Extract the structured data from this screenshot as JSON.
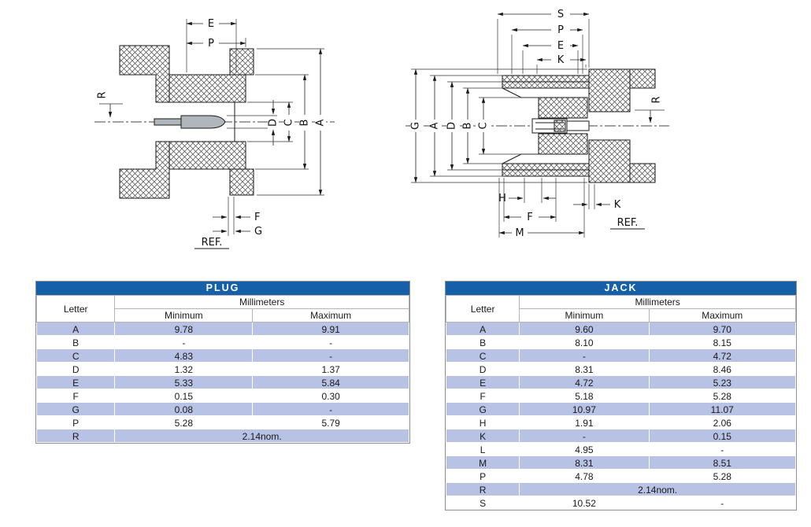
{
  "colors": {
    "header_bar": "#1560a8",
    "row_shade": "#b7c2e4"
  },
  "drawings": {
    "plug": {
      "labels": {
        "e": "E",
        "p": "P",
        "r": "R",
        "d": "D",
        "c": "C",
        "b": "B",
        "a": "A",
        "f": "F",
        "g": "G",
        "ref": "REF."
      }
    },
    "jack": {
      "labels": {
        "s": "S",
        "p": "P",
        "e": "E",
        "k_top": "K",
        "g": "G",
        "a": "A",
        "d": "D",
        "b": "B",
        "c": "C",
        "r": "R",
        "h": "H",
        "k_bottom": "K",
        "f": "F",
        "m": "M",
        "ref": "REF."
      }
    }
  },
  "tables": {
    "plug": {
      "title": "PLUG",
      "letter_header": "Letter",
      "unit_header": "Millimeters",
      "min_header": "Minimum",
      "max_header": "Maximum",
      "rows": [
        {
          "letter": "A",
          "min": "9.78",
          "max": "9.91"
        },
        {
          "letter": "B",
          "min": "-",
          "max": "-"
        },
        {
          "letter": "C",
          "min": "4.83",
          "max": "-"
        },
        {
          "letter": "D",
          "min": "1.32",
          "max": "1.37"
        },
        {
          "letter": "E",
          "min": "5.33",
          "max": "5.84"
        },
        {
          "letter": "F",
          "min": "0.15",
          "max": "0.30"
        },
        {
          "letter": "G",
          "min": "0.08",
          "max": "-"
        },
        {
          "letter": "P",
          "min": "5.28",
          "max": "5.79"
        },
        {
          "letter": "R",
          "span": "2.14nom."
        }
      ]
    },
    "jack": {
      "title": "JACK",
      "letter_header": "Letter",
      "unit_header": "Millimeters",
      "min_header": "Minimum",
      "max_header": "Maximum",
      "rows": [
        {
          "letter": "A",
          "min": "9.60",
          "max": "9.70"
        },
        {
          "letter": "B",
          "min": "8.10",
          "max": "8.15"
        },
        {
          "letter": "C",
          "min": "-",
          "max": "4.72"
        },
        {
          "letter": "D",
          "min": "8.31",
          "max": "8.46"
        },
        {
          "letter": "E",
          "min": "4.72",
          "max": "5.23"
        },
        {
          "letter": "F",
          "min": "5.18",
          "max": "5.28"
        },
        {
          "letter": "G",
          "min": "10.97",
          "max": "11.07"
        },
        {
          "letter": "H",
          "min": "1.91",
          "max": "2.06"
        },
        {
          "letter": "K",
          "min": "-",
          "max": "0.15"
        },
        {
          "letter": "L",
          "min": "4.95",
          "max": "-"
        },
        {
          "letter": "M",
          "min": "8.31",
          "max": "8.51"
        },
        {
          "letter": "P",
          "min": "4.78",
          "max": "5.28"
        },
        {
          "letter": "R",
          "span": "2.14nom."
        },
        {
          "letter": "S",
          "min": "10.52",
          "max": "-"
        }
      ]
    }
  }
}
